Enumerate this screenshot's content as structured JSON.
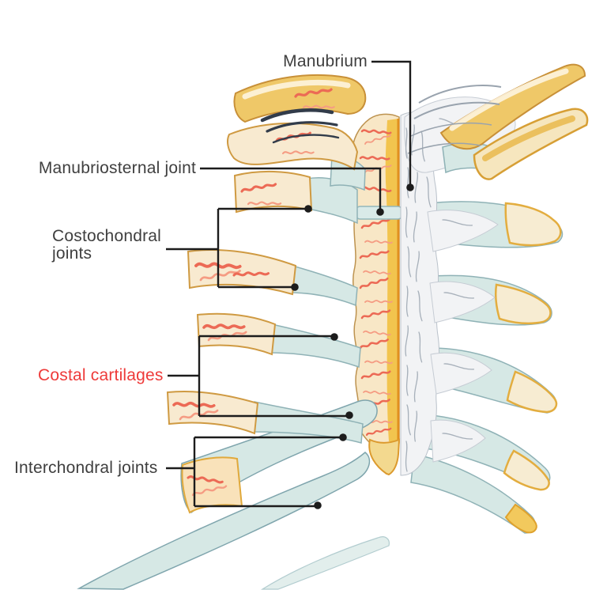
{
  "figure": {
    "type": "anatomical-diagram",
    "subject": "Sternum, costal cartilages and sternocostal joints (anterior view)",
    "labels": {
      "manubrium": "Manubrium",
      "manubriosternal_joint": "Manubriosternal joint",
      "costochondral_joints_line1": "Costochondral",
      "costochondral_joints_line2": "joints",
      "costal_cartilages": "Costal cartilages",
      "interchondral_joints": "Interchondral joints"
    },
    "colors": {
      "background": "#ffffff",
      "label_text": "#3f3f3f",
      "highlight_label_text": "#ee3a39",
      "leader_line": "#1c1c1c",
      "bone_yellow": "#f0c96a",
      "bone_cream": "#f8ead0",
      "bone_outline": "#cf9a42",
      "marrow_background": "#f8e7c6",
      "marrow_red": "#ec6a55",
      "cartilage_blue": "#d6e8e5",
      "cartilage_edge": "#8fb2b6",
      "fibrous_gray": "#f2f3f5",
      "fibrous_streak": "#a7b0ba"
    }
  }
}
